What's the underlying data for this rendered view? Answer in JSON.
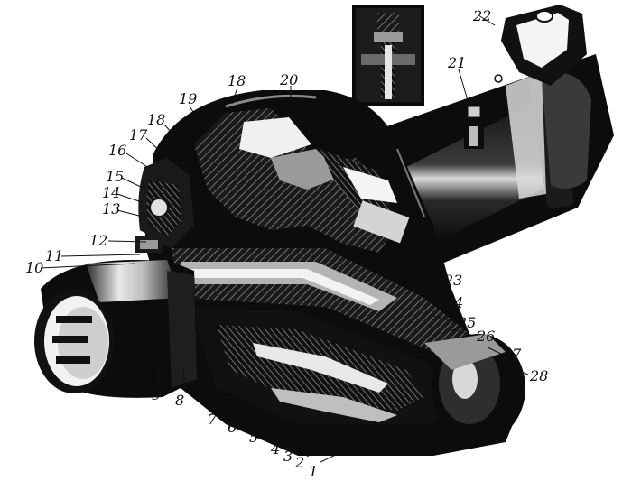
{
  "figure": {
    "callouts": [
      "1",
      "2",
      "3",
      "4",
      "5",
      "6",
      "7",
      "8",
      "9",
      "10",
      "11",
      "12",
      "13",
      "14",
      "15",
      "16",
      "17",
      "18",
      "18",
      "19",
      "20",
      "21",
      "22",
      "23",
      "24",
      "25",
      "26",
      "27",
      "28"
    ]
  },
  "colors": {
    "ink": "#0c0c0c",
    "background": "#ffffff",
    "highlight": "#f2f2f2",
    "section": "#6a6a6a"
  }
}
